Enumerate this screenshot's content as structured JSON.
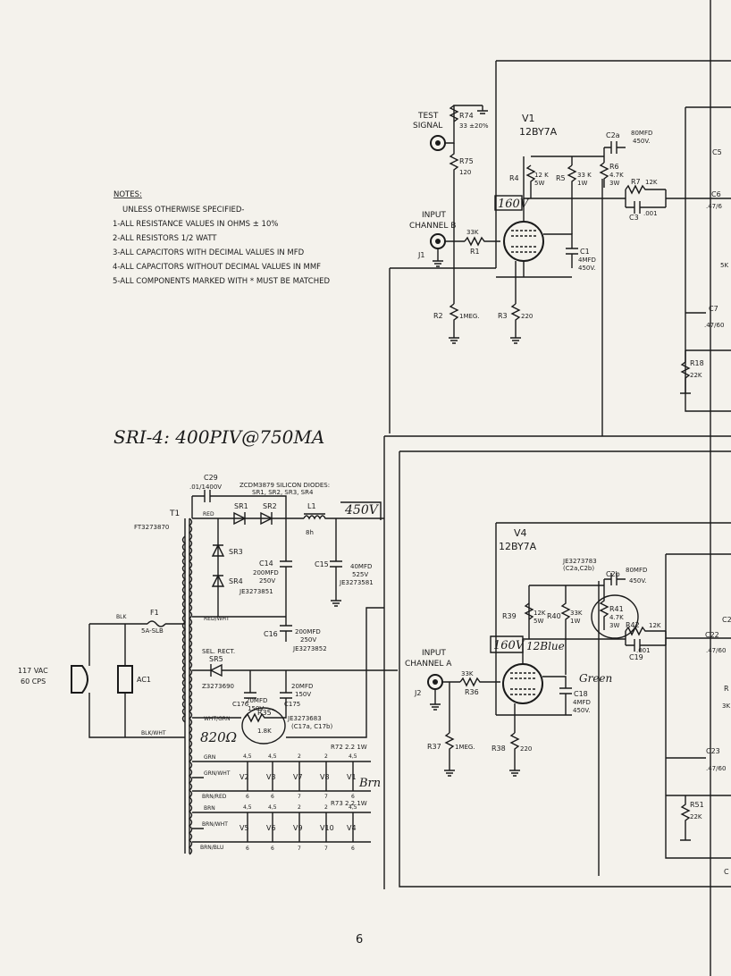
{
  "notes": {
    "title": "NOTES:",
    "lines": [
      "UNLESS OTHERWISE SPECIFIED-",
      "1-ALL RESISTANCE VALUES IN OHMS ± 10%",
      "2-ALL RESISTORS 1/2 WATT",
      "3-ALL CAPACITORS WITH DECIMAL VALUES IN MFD",
      "4-ALL CAPACITORS WITHOUT DECIMAL VALUES IN MMF",
      "5-ALL COMPONENTS MARKED WITH * MUST BE MATCHED"
    ]
  },
  "handwritten": {
    "sr_note": "SRI-4: 400PIV@750MA",
    "v450": "450V",
    "v160_top": "160V",
    "v160_bottom": "160V",
    "blue": "12Blue",
    "green": "Green",
    "r820": "820Ω",
    "brn": "Brn"
  },
  "page_number": "6",
  "channel_b": {
    "tube_ref": "V1",
    "tube_type": "12BY7A",
    "test_label_1": "TEST",
    "test_label_2": "SIGNAL",
    "r74": "R74",
    "r74_val": "33 ±20%",
    "r75": "R75",
    "r75_val": "120",
    "input_1": "INPUT",
    "input_2": "CHANNEL B",
    "j1": "J1",
    "r1": "R1",
    "r1_val": "33K",
    "r2": "R2",
    "r2_val": "1MEG.",
    "r3": "R3",
    "r3_val": "220",
    "r4": "R4",
    "r4_val_1": "12 K",
    "r4_val_2": "5W",
    "r5": "R5",
    "r5_val_1": "33 K",
    "r5_val_2": "1W",
    "r6": "R6",
    "r6_val_1": "4.7K",
    "r6_val_2": "3W",
    "r7": "R7",
    "r7_val": "12K",
    "c2a": "C2a",
    "c2a_val_1": "80MFD",
    "c2a_val_2": "450V.",
    "c3": "C3",
    "c3_val": ".001",
    "c1": "C1",
    "c1_val_1": "4MFD",
    "c1_val_2": "450V."
  },
  "channel_a": {
    "tube_ref": "V4",
    "tube_type": "12BY7A",
    "input_1": "INPUT",
    "input_2": "CHANNEL A",
    "j2": "J2",
    "r36": "R36",
    "r36_val": "33K",
    "r37": "R37",
    "r37_val": "1MEG.",
    "r38": "R38",
    "r38_val": "220",
    "r39": "R39",
    "r39_val_1": "12K",
    "r39_val_2": "5W",
    "r40": "R40",
    "r40_val_1": "33K",
    "r40_val_2": "1W",
    "r41": "R41",
    "r41_val_1": "4.7K",
    "r41_val_2": "3W",
    "r42": "R42",
    "r42_val": "12K",
    "c2b": "C2b",
    "c2b_val_1": "80MFD",
    "c2b_val_2": "450V.",
    "c19": "C19",
    "c19_val": ".001",
    "c18": "C18",
    "c18_val_1": "4MFD",
    "c18_val_2": "450V.",
    "je_1": "JE3273783",
    "je_2": "(C2a,C2b)"
  },
  "power": {
    "t1": "T1",
    "t1_part": "FT3273870",
    "c29": "C29",
    "c29_val": ".01/1400V",
    "diodes_1": "ZCDM3879 SILICON DIODES:",
    "diodes_2": "SR1, SR2, SR3, SR4",
    "sr1": "SR1",
    "sr2": "SR2",
    "sr3": "SR3",
    "sr4": "SR4",
    "l1": "L1",
    "l1_val": "8h",
    "c14": "C14",
    "c14_val_1": "200MFD",
    "c14_val_2": "250V",
    "c14_val_3": "JE3273851",
    "c15": "C15",
    "c15_val_1": "40MFD",
    "c15_val_2": "525V",
    "c15_val_3": "JE3273581",
    "c16": "C16",
    "c16_val_1": "200MFD",
    "c16_val_2": "250V",
    "c16_val_3": "JE3273852",
    "red": "RED",
    "red_wht": "RED/WHT",
    "blk": "BLK",
    "blk_wht": "BLK/WHT",
    "f1": "F1",
    "f1_val": "5A-SLB",
    "ac_1": "117 VAC",
    "ac_2": "60 CPS",
    "ac1": "AC1",
    "sel_rect": "SEL. RECT.",
    "sr5": "SR5",
    "sr5_part": "Z3273690",
    "c175_val_1": "20MFD",
    "c175_val_2": "150V",
    "c176": "C176",
    "c175": "C175",
    "c176_val_1": "20MFD",
    "c176_val_2": "150V",
    "je_c17_1": "JE3273683",
    "je_c17_2": "(C17a, C17b)",
    "r35": "R35",
    "r35_val": "1.8K",
    "wht_grn": "WHT/GRN",
    "r72": "R72  2.2  1W",
    "r73": "R73  2.2  1W",
    "grn": "GRN",
    "grn_wht": "GRN/WHT",
    "brn_red": "BRN/RED",
    "brn": "BRN",
    "brn_wht": "BRN/WHT",
    "brn_blu": "BRN/BLU",
    "fil_top": [
      "V2",
      "V3",
      "V7",
      "V8",
      "V1"
    ],
    "fil_bot": [
      "V5",
      "V6",
      "V9",
      "V10",
      "V4"
    ],
    "pins_top": [
      "4,5",
      "4,5",
      "2",
      "2",
      "4,5"
    ],
    "pins_top_b": [
      "6",
      "6",
      "7",
      "7",
      "6"
    ],
    "pins_bot": [
      "4,5",
      "4,5",
      "2",
      "2",
      "4,5"
    ],
    "pins_bot_b": [
      "6",
      "6",
      "7",
      "7",
      "6"
    ]
  },
  "right_edge": {
    "c5": "C5",
    "c6": "C6",
    "c6_val": ".47/6",
    "c7": "C7",
    "c7_val": ".47/60",
    "r18": "R18",
    "r18_val": "22K",
    "v5k": "5K",
    "c22": "C2",
    "c22b": "C22",
    "c22b_val": ".47/60",
    "c23": "C23",
    "c23_val": ".47/60",
    "r51": "R51",
    "r51_val": "22K",
    "v3k": "3K",
    "r_x": "R",
    "c_x": "C"
  }
}
